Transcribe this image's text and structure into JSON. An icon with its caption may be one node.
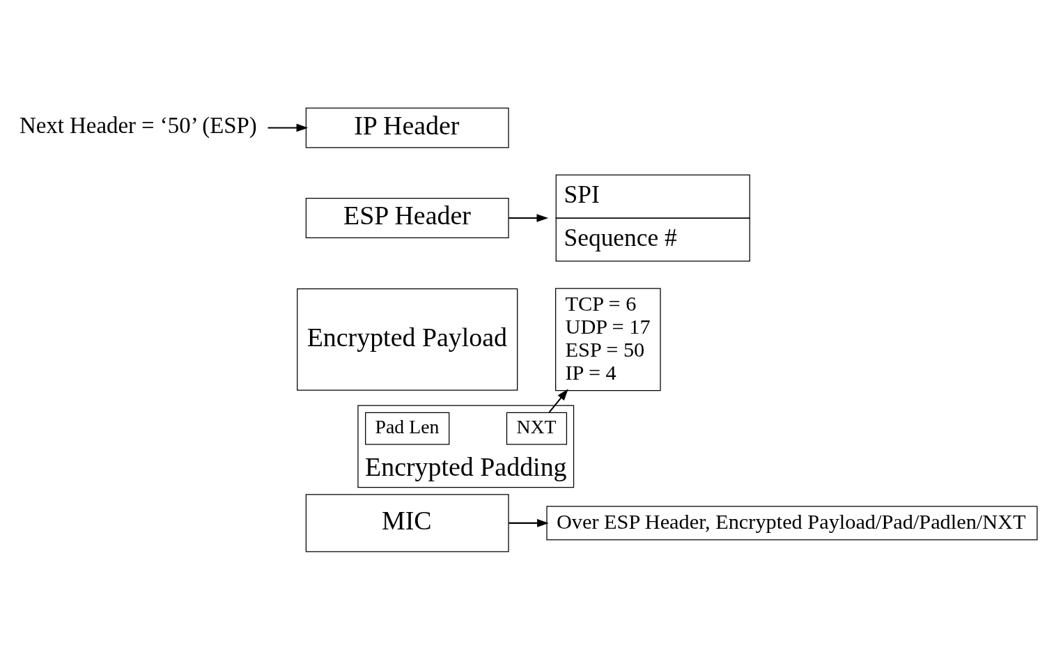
{
  "diagram": {
    "nodes": [
      {
        "text": [
          "IP Header"
        ]
      },
      {
        "text": [
          "Next Header = ‘50’ (ESP)"
        ]
      },
      {
        "text": [
          "ESP Header"
        ]
      },
      {
        "text": [
          "SPI",
          "Sequence #"
        ]
      },
      {
        "text": [
          "Encrypted Payload"
        ]
      },
      {
        "text": [
          "Encrypted Padding"
        ]
      },
      {
        "text": [
          "Pad Len"
        ],
        "in": 5
      },
      {
        "text": [
          "NXT"
        ],
        "in": 5
      },
      {
        "text": [
          "TCP = 6",
          "UDP = 17",
          "ESP = 50",
          "IP = 4"
        ]
      },
      {
        "text": [
          "MIC"
        ]
      },
      {
        "text": [
          "Over ESP Header, Encrypted Payload/Pad/Padlen/NXT"
        ]
      }
    ],
    "edges": [
      {
        "from": 1,
        "to": 0,
        "arrow": "to"
      },
      {
        "from": 2,
        "to": 3,
        "arrow": "to"
      },
      {
        "from": 7,
        "to": 8,
        "arrow": "to"
      },
      {
        "from": 9,
        "to": 10,
        "arrow": "to"
      }
    ]
  }
}
